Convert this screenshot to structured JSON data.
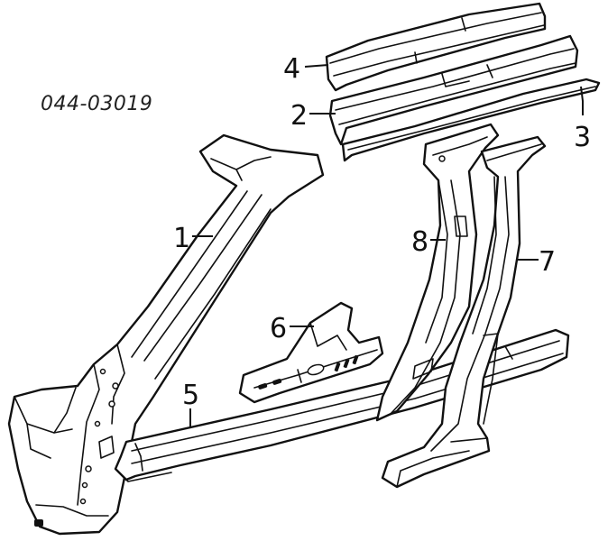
{
  "part_number": "044-03019",
  "callouts": {
    "c1": "1",
    "c2": "2",
    "c3": "3",
    "c4": "4",
    "c5": "5",
    "c6": "6",
    "c7": "7",
    "c8": "8"
  }
}
